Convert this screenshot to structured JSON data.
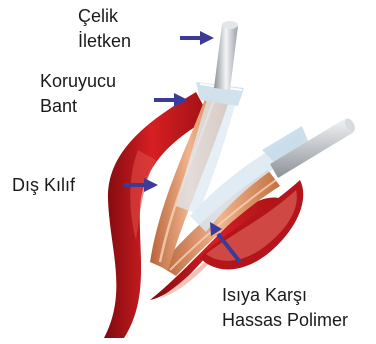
{
  "labels": {
    "steel_conductor": {
      "line1": "Çelik",
      "line2": "İletken"
    },
    "protective_tape": {
      "line1": "Koruyucu",
      "line2": "Bant"
    },
    "outer_sheath": {
      "line1": "Dış Kılıf"
    },
    "heat_sensitive_polymer": {
      "line1": "Isıya Karşı",
      "line2": "Hassas Polimer"
    }
  },
  "colors": {
    "arrow": "#3e3a9a",
    "sheath_red": "#c4161c",
    "sheath_dark": "#7e0a0e",
    "polymer_copper": "#d98a5c",
    "tape": "#cfe0ec",
    "conductor": "#b8bcc2"
  }
}
